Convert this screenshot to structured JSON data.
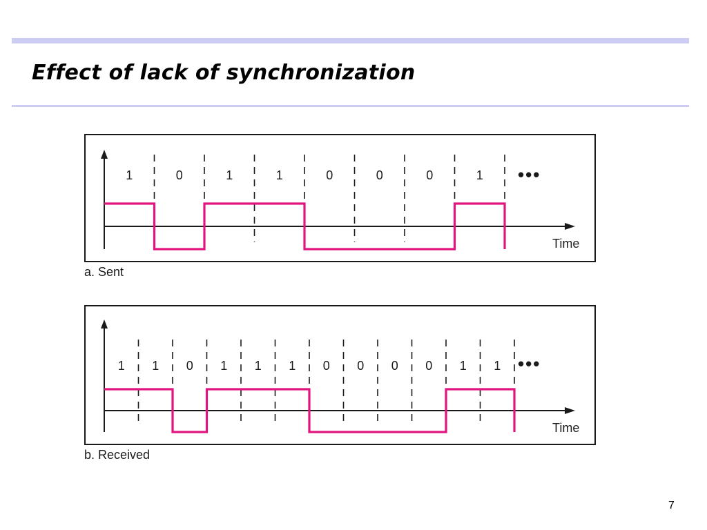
{
  "slide": {
    "title": "Effect of lack of synchronization",
    "page_number": "7"
  },
  "diagrams": [
    {
      "id": "sent",
      "caption": "a. Sent",
      "bits": [
        "1",
        "0",
        "1",
        "1",
        "0",
        "0",
        "0",
        "1"
      ],
      "ellipsis": "•••",
      "time_label": "Time"
    },
    {
      "id": "received",
      "caption": "b. Received",
      "bits": [
        "1",
        "1",
        "0",
        "1",
        "1",
        "1",
        "0",
        "0",
        "0",
        "0",
        "1",
        "1"
      ],
      "ellipsis": "•••",
      "time_label": "Time"
    }
  ],
  "colors": {
    "signal": "#e0157f",
    "axis": "#1a1a1a",
    "rule": "#ccccf5"
  }
}
